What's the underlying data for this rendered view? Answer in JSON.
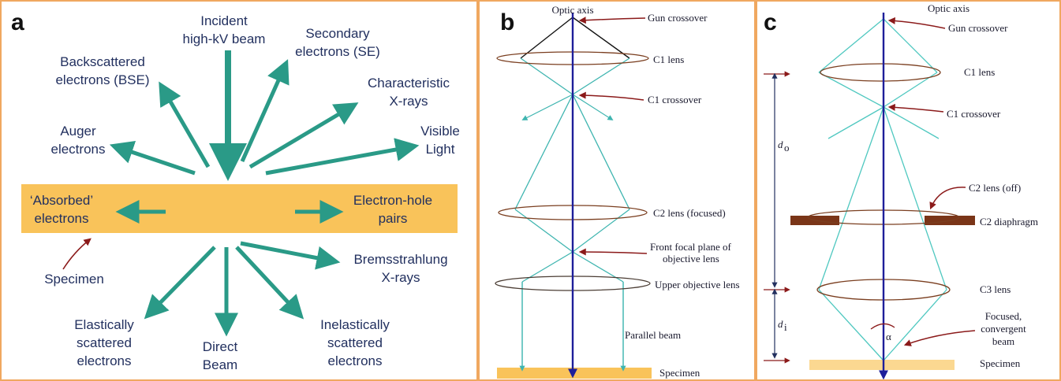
{
  "panel_a": {
    "letter": "a",
    "incident": [
      "Incident",
      "high-kV beam"
    ],
    "secondary": [
      "Secondary",
      "electrons (SE)"
    ],
    "backscattered": [
      "Backscattered",
      "electrons (BSE)"
    ],
    "characteristic": [
      "Characteristic",
      "X-rays"
    ],
    "auger": [
      "Auger",
      "electrons"
    ],
    "visible": [
      "Visible",
      "Light"
    ],
    "absorbed": [
      "‘Absorbed’",
      "electrons"
    ],
    "electron_hole": [
      "Electron-hole",
      "pairs"
    ],
    "specimen": "Specimen",
    "bremsstrahlung": [
      "Bremsstrahlung",
      "X-rays"
    ],
    "elastic": [
      "Elastically",
      "scattered",
      "electrons"
    ],
    "direct": [
      "Direct",
      "Beam"
    ],
    "inelastic": [
      "Inelastically",
      "scattered",
      "electrons"
    ],
    "colors": {
      "arrow": "#2a9a87",
      "specimen": "#f9c35a",
      "text": "#22305f",
      "pointer": "#8b1a1a"
    }
  },
  "panel_b": {
    "letter": "b",
    "optic_axis": "Optic axis",
    "gun_crossover": "Gun crossover",
    "c1_lens": "C1 lens",
    "c1_crossover": "C1 crossover",
    "c2_lens": "C2 lens (focused)",
    "front_focal": [
      "Front focal plane of",
      "objective lens"
    ],
    "upper_obj": "Upper objective lens",
    "parallel": "Parallel beam",
    "specimen": "Specimen"
  },
  "panel_c": {
    "letter": "c",
    "optic_axis": "Optic axis",
    "gun_crossover": "Gun crossover",
    "c1_lens": "C1 lens",
    "c1_crossover": "C1 crossover",
    "do_symbol": "d",
    "do_sub": "o",
    "c2_off": "C2 lens (off)",
    "c2_diaphragm": "C2 diaphragm",
    "c3_lens": "C3 lens",
    "di_symbol": "d",
    "di_sub": "i",
    "alpha": "α",
    "focused": [
      "Focused,",
      "convergent",
      "beam"
    ],
    "specimen": "Specimen"
  }
}
